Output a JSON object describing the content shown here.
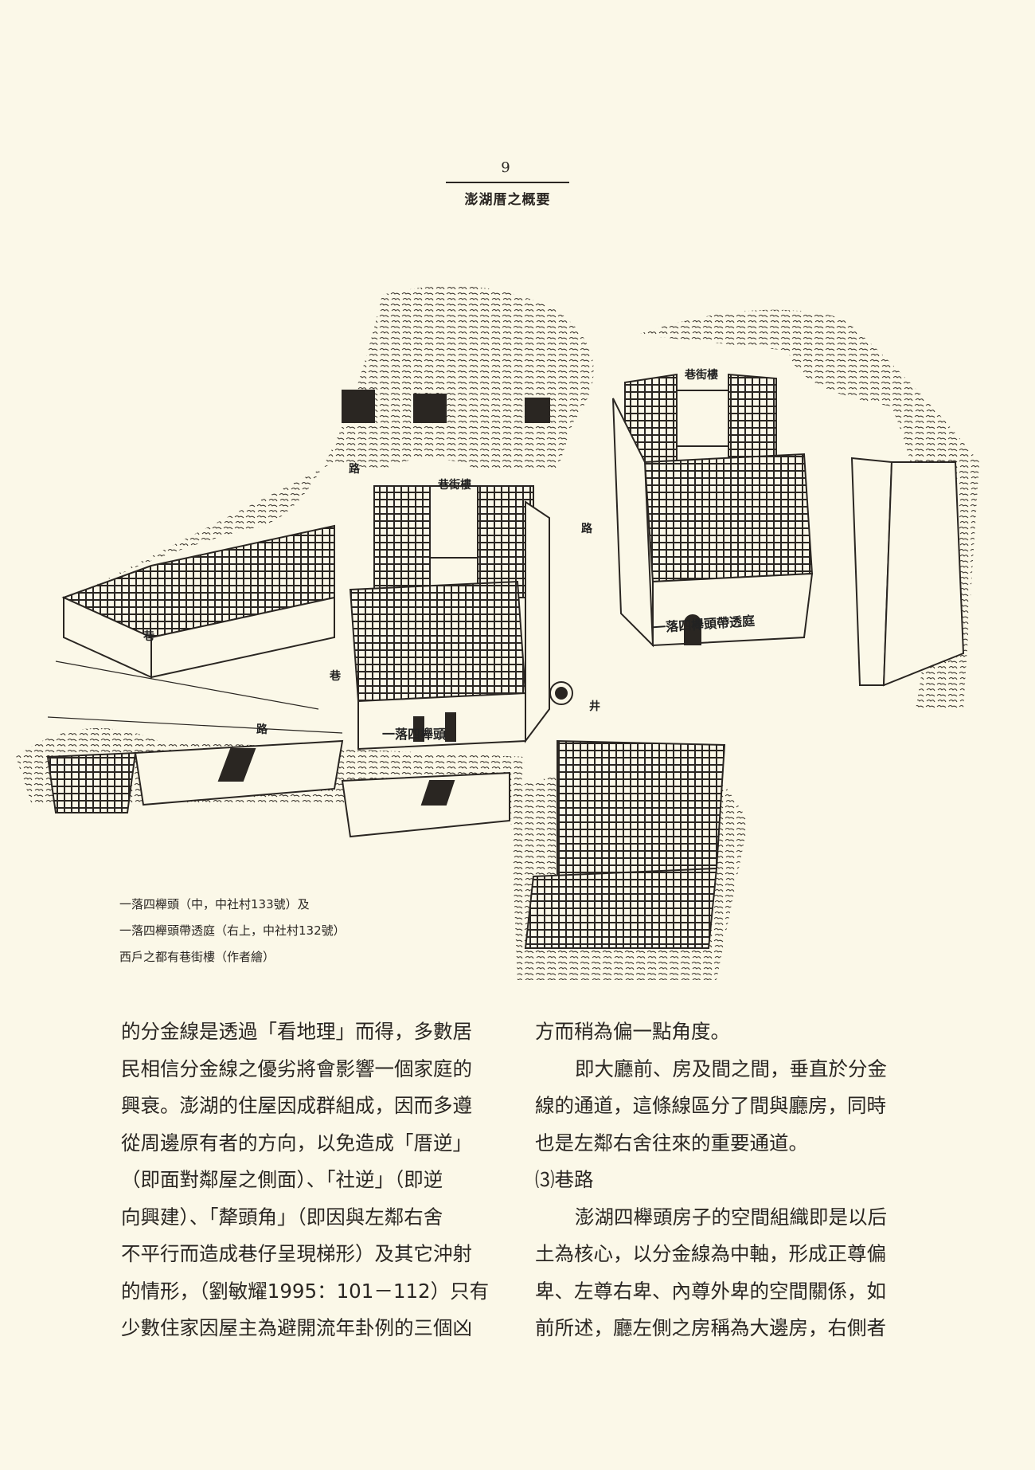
{
  "header": {
    "page_number": "9",
    "running_title": "澎湖厝之概要"
  },
  "figure": {
    "labels": {
      "alley_tower_right": "巷街樓",
      "alley_tower_center": "巷街樓",
      "road_1": "路",
      "road_2": "路",
      "road_3": "路",
      "alley_1": "巷",
      "alley_2": "巷",
      "well": "井",
      "house_center": "一落四櫸頭",
      "house_right": "一落四櫸頭帶透庭"
    },
    "caption": [
      "一落四櫸頭（中，中社村133號）及",
      "一落四櫸頭帶透庭（右上，中社村132號）",
      "西戶之都有巷街樓（作者繪）"
    ]
  },
  "body": {
    "left_column": [
      "的分金線是透過「看地理」而得，多數居",
      "民相信分金線之優劣將會影響一個家庭的",
      "興衰。澎湖的住屋因成群組成，因而多遵",
      "從周邊原有者的方向，以免造成「厝逆」",
      "（即面對鄰屋之側面）、「社逆」（即逆",
      "向興建）、「犛頭角」（即因與左鄰右舍",
      "不平行而造成巷仔呈現梯形）及其它沖射",
      "的情形，（劉敏耀1995：101－112）只有",
      "少數住家因屋主為避開流年卦例的三個凶"
    ],
    "right_column": [
      "方而稍為偏一點角度。",
      "即大廳前、房及間之間，垂直於分金",
      "線的通道，這條線區分了間與廳房，同時",
      "也是左鄰右舍往來的重要通道。",
      "⑶巷路",
      "澎湖四櫸頭房子的空間組織即是以后",
      "土為核心，以分金線為中軸，形成正尊偏",
      "卑、左尊右卑、內尊外卑的空間關係，如",
      "前所述，廳左側之房稱為大邊房，右側者"
    ]
  }
}
